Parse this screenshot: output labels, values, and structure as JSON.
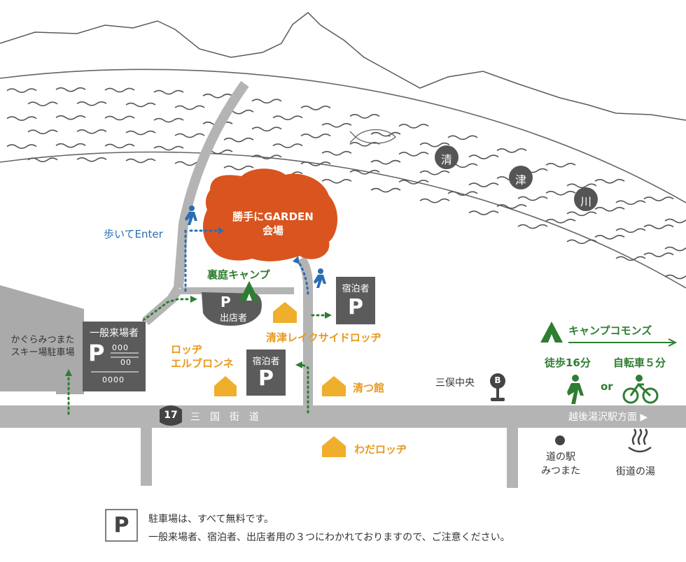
{
  "venue": {
    "line1": "勝手にGARDEN",
    "line2": "会場"
  },
  "walk_enter": "歩いてEnter",
  "backyard_camp": "裏庭キャンプ",
  "parking_exhibitor": {
    "symbol": "P",
    "label": "出店者"
  },
  "parking_guest_right": {
    "label": "宿泊者",
    "symbol": "P"
  },
  "parking_guest_left": {
    "label": "宿泊者",
    "symbol": "P"
  },
  "parking_general": {
    "label": "一般来場者",
    "symbol": "P"
  },
  "ski_parking": {
    "line1": "かぐらみつまた",
    "line2": "スキー場駐車場"
  },
  "lodges": {
    "seitsu_lake": "清津レイクサイドロッヂ",
    "elbronne_line1": "ロッヂ",
    "elbronne_line2": "エルブロンネ",
    "seitsukan": "清つ館",
    "wada": "わだロッヂ"
  },
  "river": {
    "char1": "清",
    "char2": "津",
    "char3": "川"
  },
  "route": {
    "number": "17",
    "name": "三　国　街　道"
  },
  "direction": "越後湯沢駅方面 ▶",
  "bus_stop": {
    "icon": "B",
    "name": "三俣中央"
  },
  "camp_commons": {
    "name": "キャンプコモンズ",
    "walk": "徒歩16分",
    "or": "or",
    "bike": "自転車５分"
  },
  "roadside_station": {
    "line1": "道の駅",
    "line2": "みつまた"
  },
  "onsen": "街道の湯",
  "notice": {
    "symbol": "P",
    "line1": "駐車場は、すべて無料です。",
    "line2": "一般来場者、宿泊者、出店者用の３つにわかれておりますので、ご注意ください。"
  },
  "colors": {
    "venue": "#d9541e",
    "orange": "#e79a1f",
    "green": "#2f7d32",
    "blue": "#2a6db3",
    "road": "#b4b4b4",
    "mountain": "#5a5a5a"
  }
}
